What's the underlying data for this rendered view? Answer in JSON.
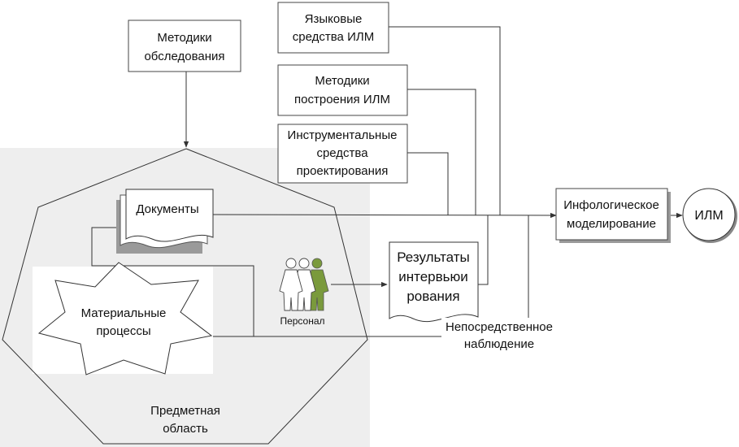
{
  "nodes": {
    "methods_survey": [
      "Методики",
      "обследования"
    ],
    "language_tools": [
      "Языковые",
      "средства ИЛМ"
    ],
    "methods_build": [
      "Методики",
      "построения ИЛМ"
    ],
    "instr_tools": [
      "Инструментальные",
      "средства",
      "проектирования"
    ],
    "documents": [
      "Документы"
    ],
    "interview_results": [
      "Результаты",
      "интервьюи",
      "рования"
    ],
    "infological": [
      "Инфологическое",
      "моделирование"
    ],
    "ilm": [
      "ИЛМ"
    ],
    "material_processes": [
      "Материальные",
      "процессы"
    ],
    "personnel": [
      "Персонал"
    ],
    "observation": [
      "Непосредственное",
      "наблюдение"
    ],
    "subject_area": [
      "Предметная",
      "область"
    ]
  },
  "colors": {
    "line": "#333333",
    "region_fill": "#eeeeee",
    "shadow": "#9a9a9a",
    "personnel_accent": "#7a9a3c"
  }
}
